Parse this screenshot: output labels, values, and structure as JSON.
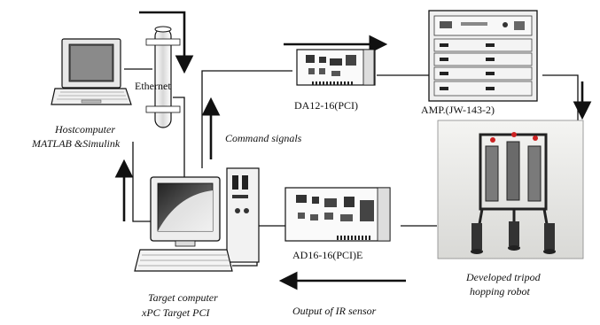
{
  "labels": {
    "ethernet": "Ethernet",
    "host_line1": "Hostcomputer",
    "host_line2": "MATLAB &Simulink",
    "da_card": "DA12-16(PCI)",
    "amp": "AMP.(JW-143-2)",
    "command_signals": "Command signals",
    "ad_card": "AD16-16(PCI)E",
    "target_line1": "Target computer",
    "target_line2": "xPC Target PCI",
    "robot_line1": "Developed tripod",
    "robot_line2": "hopping robot",
    "ir_output": "Output of IR sensor"
  },
  "icons": {
    "host": "laptop-icon",
    "ethernet": "ethernet-cable-icon",
    "da_card": "pci-card-icon",
    "amp": "amplifier-rack-icon",
    "target": "desktop-pc-icon",
    "ad_card": "pci-card-icon",
    "robot": "robot-photo"
  },
  "colors": {
    "line": "#111111",
    "background": "#ffffff"
  }
}
